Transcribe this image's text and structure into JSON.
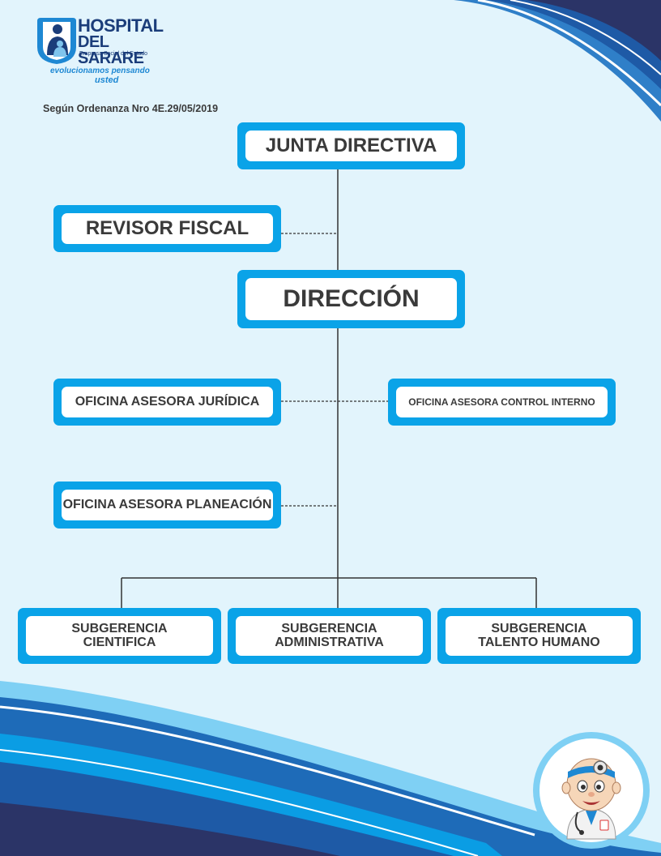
{
  "logo": {
    "line1": "HOSPITAL",
    "line2": "DEL SARARE",
    "line3": "Empresa Social del Estado",
    "slogan1": "evolucionamos pensando",
    "slogan2": "usted"
  },
  "ordinance": "Según Ordenanza Nro 4E.29/05/2019",
  "org": {
    "board": "JUNTA DIRECTIVA",
    "auditor": "REVISOR FISCAL",
    "direction": "DIRECCIÓN",
    "legal_office": "OFICINA ASESORA JURÍDICA",
    "internal_control_office": "OFICINA ASESORA CONTROL INTERNO",
    "planning_office": "OFICINA ASESORA PLANEACIÓN",
    "subdivisions": [
      {
        "line1": "SUBGERENCIA",
        "line2": "CIENTIFICA"
      },
      {
        "line1": "SUBGERENCIA",
        "line2": "ADMINISTRATIVA"
      },
      {
        "line1": "SUBGERENCIA",
        "line2": "TALENTO HUMANO"
      }
    ]
  },
  "colors": {
    "background": "#e2f4fc",
    "box_border": "#0aa3e8",
    "navy": "#1b3d7a",
    "text": "#3a3a3a"
  }
}
